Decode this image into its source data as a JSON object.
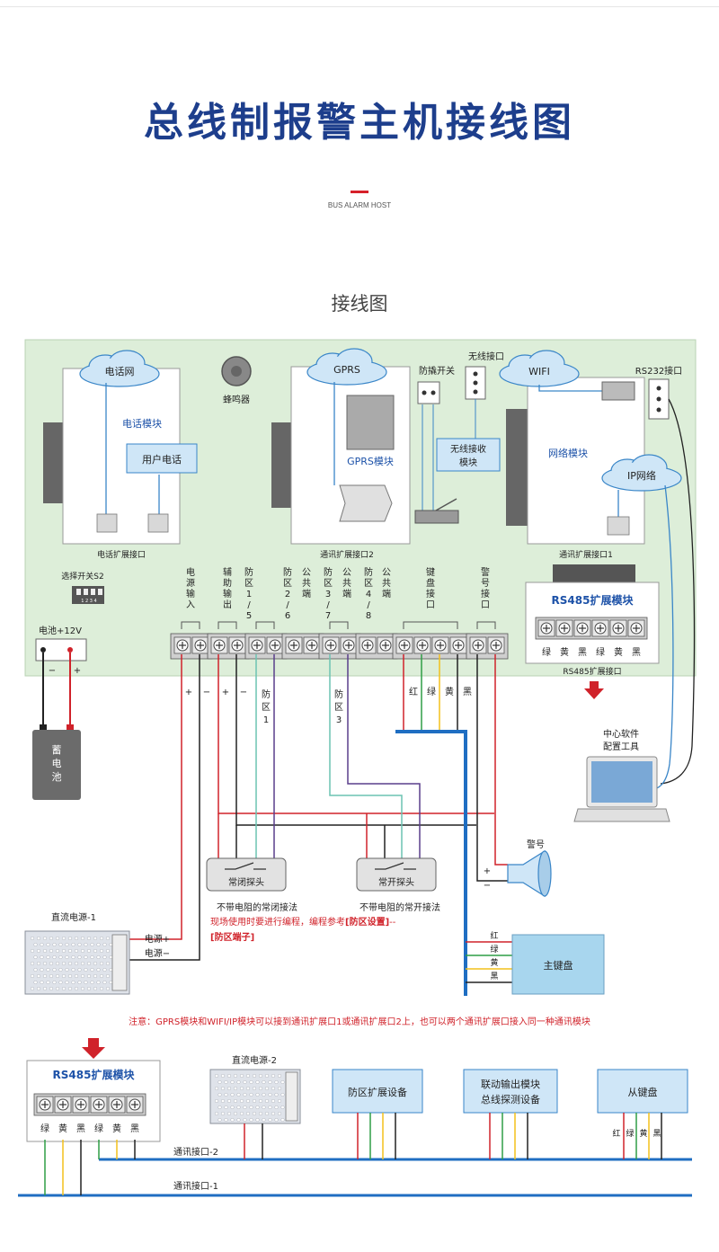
{
  "header": {
    "title": "总线制报警主机接线图",
    "subtitle": "BUS ALARM HOST",
    "section_title": "接线图"
  },
  "board": {
    "phone_module": {
      "cloud": "电话网",
      "name": "电话模块",
      "user_phone": "用户电话",
      "port": "电话扩展接口"
    },
    "buzzer": "蜂鸣器",
    "gprs_module": {
      "cloud": "GPRS",
      "name": "GPRS模块",
      "port": "通讯扩展接口2"
    },
    "tamper_switch": "防撬开关",
    "wireless_port": "无线接口",
    "wireless_receiver": [
      "无线接收",
      "模块"
    ],
    "network_module": {
      "cloud": "WIFI",
      "name": "网络模块",
      "ip_cloud": "IP网络",
      "port": "通讯扩展接口1"
    },
    "rs232_port": "RS232接口",
    "dip_switch": "选择开关S2",
    "dip_labels": "1 2 3 4",
    "battery_label": "电池+12V",
    "terminal_groups": [
      {
        "label": "电源输入"
      },
      {
        "label": "辅助输出"
      },
      {
        "label": "防区1/5"
      },
      {
        "label": "防区2/6"
      },
      {
        "label": "公共端"
      },
      {
        "label": "防区3/7"
      },
      {
        "label": "公共端"
      },
      {
        "label": "防区4/8"
      },
      {
        "label": "公共端"
      },
      {
        "label": "键盘接口"
      },
      {
        "label": "警号接口"
      }
    ],
    "rs485_module": {
      "name": "RS485扩展模块",
      "terminals": [
        "绿",
        "黄",
        "黑",
        "绿",
        "黄",
        "黑"
      ],
      "port": "RS485扩展接口"
    }
  },
  "wiring": {
    "plus": "+",
    "minus": "−",
    "battery": [
      "蓄",
      "电",
      "池"
    ],
    "zone1": [
      "防",
      "区",
      "1"
    ],
    "zone3": [
      "防",
      "区",
      "3"
    ],
    "keyboard_colors": [
      "红",
      "绿",
      "黄",
      "黑"
    ],
    "software": [
      "中心软件",
      "配置工具"
    ],
    "siren": "警号",
    "nc_detector": "常闭探头",
    "no_detector": "常开探头",
    "nc_note": "不带电阻的常闭接法",
    "no_note": "不带电阻的常开接法",
    "red_note_1": "现场使用时要进行编程，编程参考",
    "red_note_bracket": "[防区设置]",
    "red_note_dash": "--",
    "red_note_2": "[防区端子]",
    "psu1": "直流电源-1",
    "psu_plus": "电源+",
    "psu_minus": "电源−",
    "main_keyboard": "主键盘",
    "mk_colors": [
      "红",
      "绿",
      "黄",
      "黑"
    ]
  },
  "note": "注意：GPRS模块和WIFI/IP模块可以接到通讯扩展口1或通讯扩展口2上，也可以两个通讯扩展口接入同一种通讯模块",
  "bottom": {
    "rs485_module": {
      "name": "RS485扩展模块",
      "terminals": [
        "绿",
        "黄",
        "黑",
        "绿",
        "黄",
        "黑"
      ]
    },
    "psu2": "直流电源-2",
    "zone_expansion": "防区扩展设备",
    "linkage": [
      "联动输出模块",
      "总线探测设备"
    ],
    "slave_keyboard": "从键盘",
    "slave_colors": [
      "红",
      "绿",
      "黄",
      "黑"
    ],
    "bus2": "通讯接口-2",
    "bus1": "通讯接口-1"
  },
  "colors": {
    "title": "#1d3e8c",
    "board": "#ddeed9",
    "red_wire": "#d0222a",
    "green_wire": "#2f9e45",
    "yellow_wire": "#f2c11b",
    "black_wire": "#222222",
    "blue_bus": "#1f6ec2",
    "purple_wire": "#5a3f8c",
    "teal_wire": "#6cc3b2"
  }
}
